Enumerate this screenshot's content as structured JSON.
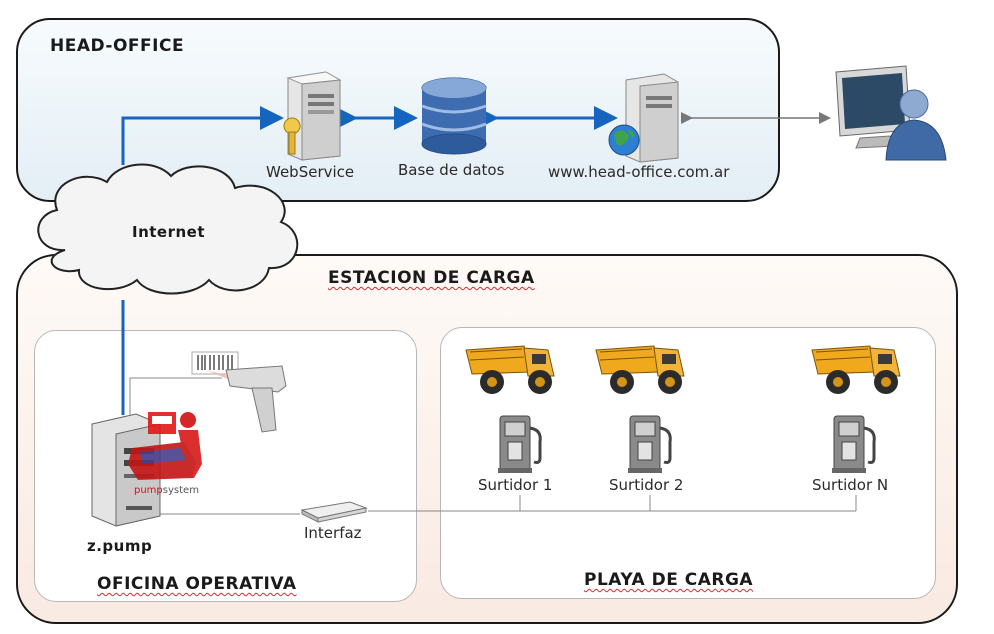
{
  "head_office": {
    "title": "HEAD-OFFICE"
  },
  "internet": {
    "label": "Internet"
  },
  "estacion": {
    "title": "ESTACION DE CARGA"
  },
  "nodes": {
    "webservice": "WebService",
    "database": "Base de datos",
    "website": "www.head-office.com.ar"
  },
  "oficina": {
    "title": "OFICINA OPERATIVA",
    "server_label": "z.pump",
    "logo_pump": "pump",
    "logo_system": "system",
    "interface_label": "Interfaz"
  },
  "playa": {
    "title": "PLAYA DE CARGA",
    "pumps": [
      "Surtidor 1",
      "Surtidor 2",
      "Surtidor N"
    ]
  },
  "colors": {
    "link_blue": "#1565c0",
    "panel_border": "#1a1a1a",
    "truck_yellow": "#f0a81c"
  }
}
